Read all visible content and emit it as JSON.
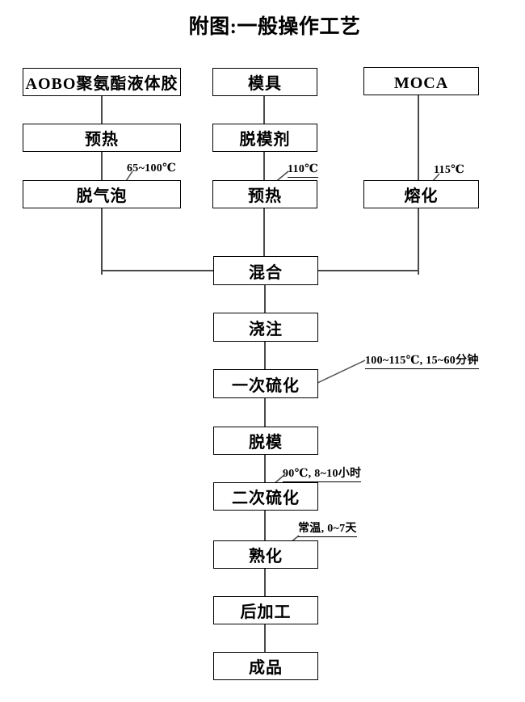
{
  "title": "附图:一般操作工艺",
  "flowchart": {
    "nodes": [
      {
        "id": "aobo",
        "label": "AOBO聚氨酯液体胶"
      },
      {
        "id": "preheat-1",
        "label": "预热"
      },
      {
        "id": "degas",
        "label": "脱气泡"
      },
      {
        "id": "mold",
        "label": "模具"
      },
      {
        "id": "release",
        "label": "脱模剂"
      },
      {
        "id": "preheat-2",
        "label": "预热"
      },
      {
        "id": "moca",
        "label": "MOCA"
      },
      {
        "id": "melt",
        "label": "熔化"
      },
      {
        "id": "mix",
        "label": "混合"
      },
      {
        "id": "pour",
        "label": "浇注"
      },
      {
        "id": "cure-1",
        "label": "一次硫化"
      },
      {
        "id": "demold",
        "label": "脱模"
      },
      {
        "id": "cure-2",
        "label": "二次硫化"
      },
      {
        "id": "aging",
        "label": "熟化"
      },
      {
        "id": "postprocess",
        "label": "后加工"
      },
      {
        "id": "product",
        "label": "成品"
      }
    ],
    "annotations": [
      {
        "target": "degas",
        "label": "65~100℃"
      },
      {
        "target": "preheat-2",
        "label": "110℃"
      },
      {
        "target": "melt",
        "label": "115℃"
      },
      {
        "target": "cure-1",
        "label": "100~115℃, 15~60分钟"
      },
      {
        "target": "cure-2",
        "label": "90℃, 8~10小时"
      },
      {
        "target": "aging",
        "label": "常温, 0~7天"
      }
    ]
  },
  "colors": {
    "background": "#ffffff",
    "box_border": "#000000",
    "connector_line": "#4a4a4a",
    "text": "#000000"
  }
}
